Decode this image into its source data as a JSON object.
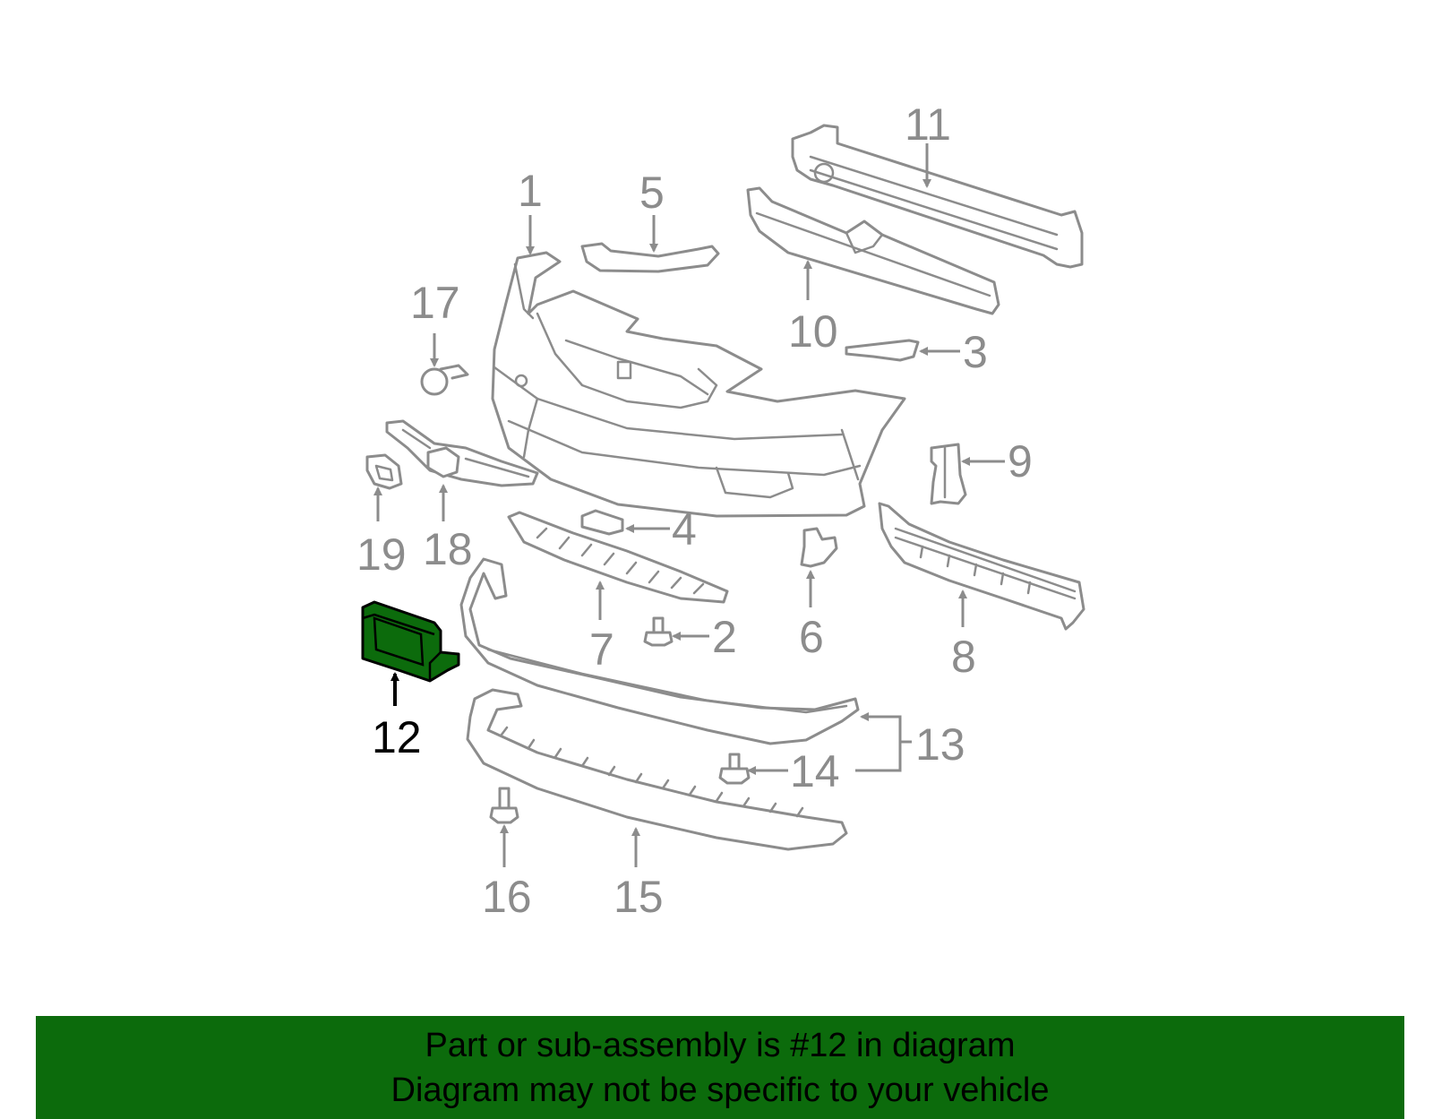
{
  "colors": {
    "part_outline": "#8c8c8c",
    "highlight_fill": "#0c6b0c",
    "banner_background": "#0c6b0c",
    "banner_text": "#000000"
  },
  "callouts": {
    "c1": "1",
    "c2": "2",
    "c3": "3",
    "c4": "4",
    "c5": "5",
    "c6": "6",
    "c7": "7",
    "c8": "8",
    "c9": "9",
    "c10": "10",
    "c11": "11",
    "c12": "12",
    "c13": "13",
    "c14": "14",
    "c15": "15",
    "c16": "16",
    "c17": "17",
    "c18": "18",
    "c19": "19"
  },
  "highlighted_callout": "12",
  "banner": {
    "line1": "Part or sub-assembly is #12 in diagram",
    "line2": "Diagram may not be specific to your vehicle"
  }
}
